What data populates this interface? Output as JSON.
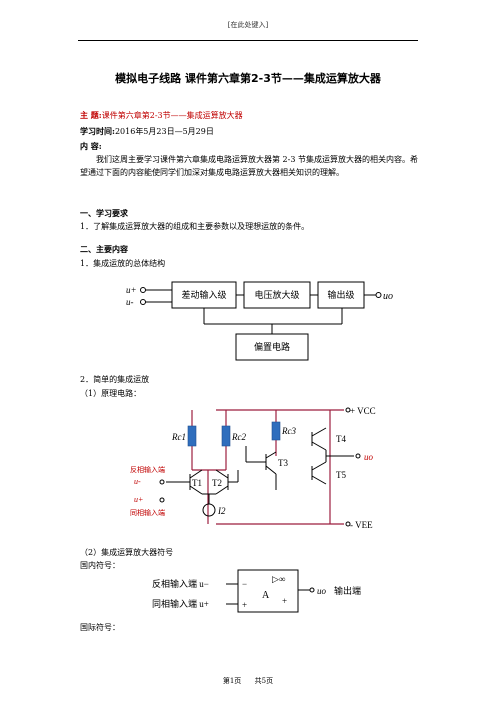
{
  "header": {
    "placeholder": "[在此处键入]"
  },
  "title": "模拟电子线路 课件第六章第2-3节——集成运算放大器",
  "subject": {
    "label": "主    题:",
    "value": "课件第六章第2-3节——集成运算放大器"
  },
  "study_time": {
    "label": "学习时间:",
    "value": "2016年5月23日—5月29日"
  },
  "content_label": "内    容:",
  "intro": "我们这周主要学习课件第六章集成电路运算放大器第 2-3 节集成运算放大器的相关内容。希望通过下面的内容能使同学们加深对集成电路运算放大器相关知识的理解。",
  "section1": {
    "heading": "一、学习要求",
    "item": "1．了解集成运算放大器的组成和主要参数以及理想运放的条件。"
  },
  "section2": {
    "heading": "二、主要内容",
    "item1": "1．集成运放的总体结构",
    "item2": "2．简单的集成运放",
    "item2_1": "（1）原理电路：",
    "item2_2": "（2）集成运算放大器符号",
    "domestic": "国内符号：",
    "international": "国际符号："
  },
  "block_diagram": {
    "in_plus": "u+",
    "in_minus": "u-",
    "block1": "差动输入级",
    "block2": "电压放大级",
    "block3": "输出级",
    "block4": "偏置电路",
    "out": "uo"
  },
  "circuit": {
    "vcc": "+ VCC",
    "vee": "- VEE",
    "rc1": "Rc1",
    "rc2": "Rc2",
    "rc3": "Rc3",
    "t1": "T1",
    "t2": "T2",
    "t3": "T3",
    "t4": "T4",
    "t5": "T5",
    "i2": "I2",
    "uo": "uo",
    "inv_label": "反相输入端",
    "inv_sym": "u-",
    "noninv_label": "同相输入端",
    "noninv_sym": "u+"
  },
  "symbol": {
    "inv": "反相输入端 u−",
    "noninv": "同相输入端 u+",
    "minus": "−",
    "plus": "+",
    "a": "A",
    "inf": "▷∞",
    "plus2": "+",
    "out": "uo",
    "out_label": "输出端"
  },
  "footer": {
    "page": "第1页",
    "total": "共5页"
  },
  "colors": {
    "accent_red": "#c00000",
    "resistor_blue": "#2f6ebd",
    "wire_dark_red": "#9c1f3f"
  }
}
